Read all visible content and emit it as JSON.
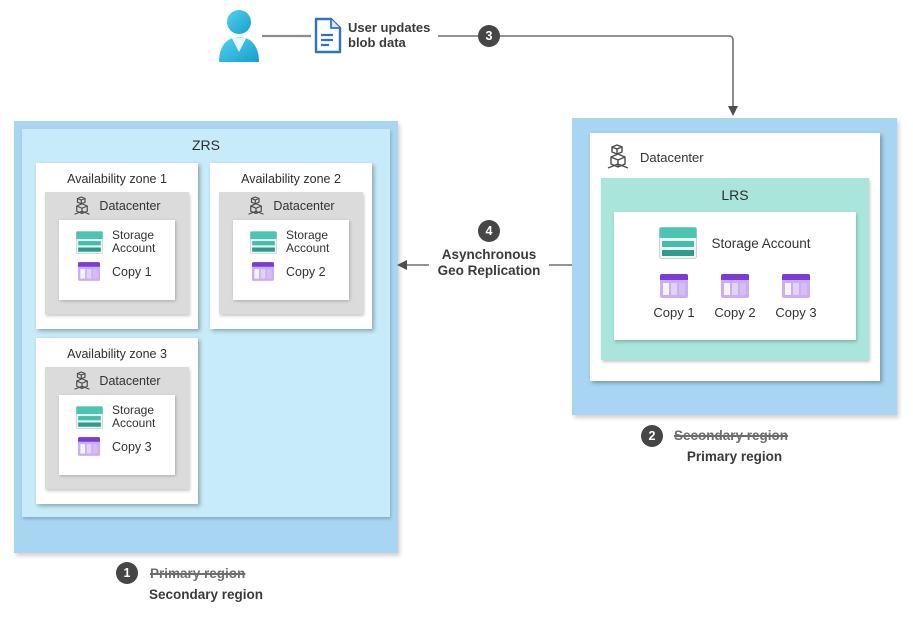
{
  "user_flow": {
    "doc_label": "User updates blob data",
    "step": "3"
  },
  "replication": {
    "step": "4",
    "label": "Asynchronous Geo Replication"
  },
  "secondary_region": {
    "box_title": "ZRS",
    "zones": [
      {
        "title": "Availability zone 1",
        "datacenter_label": "Datacenter",
        "storage_label": "Storage Account",
        "copy_label": "Copy 1"
      },
      {
        "title": "Availability zone 2",
        "datacenter_label": "Datacenter",
        "storage_label": "Storage Account",
        "copy_label": "Copy 2"
      },
      {
        "title": "Availability zone 3",
        "datacenter_label": "Datacenter",
        "storage_label": "Storage Account",
        "copy_label": "Copy 3"
      }
    ],
    "step": "1",
    "previous_label": "Primary region",
    "current_label": "Secondary region"
  },
  "primary_region": {
    "datacenter_label": "Datacenter",
    "box_title": "LRS",
    "storage_label": "Storage Account",
    "copies": [
      "Copy 1",
      "Copy 2",
      "Copy 3"
    ],
    "step": "2",
    "previous_label": "Secondary region",
    "current_label": "Primary region"
  },
  "colors": {
    "region_fill": "#a8d5f2",
    "zrs_panel_fill": "#c7ebf8",
    "lrs_panel_fill": "#a9e5da",
    "datacenter_panel_fill": "#dbdbdb",
    "step_circle": "#464646",
    "connector": "#707070",
    "storage_teal": "#3fbfae",
    "copy_purple": "#7a3bd6",
    "person_cyan": "#29b9e2",
    "document_blue": "#2e72c8"
  }
}
